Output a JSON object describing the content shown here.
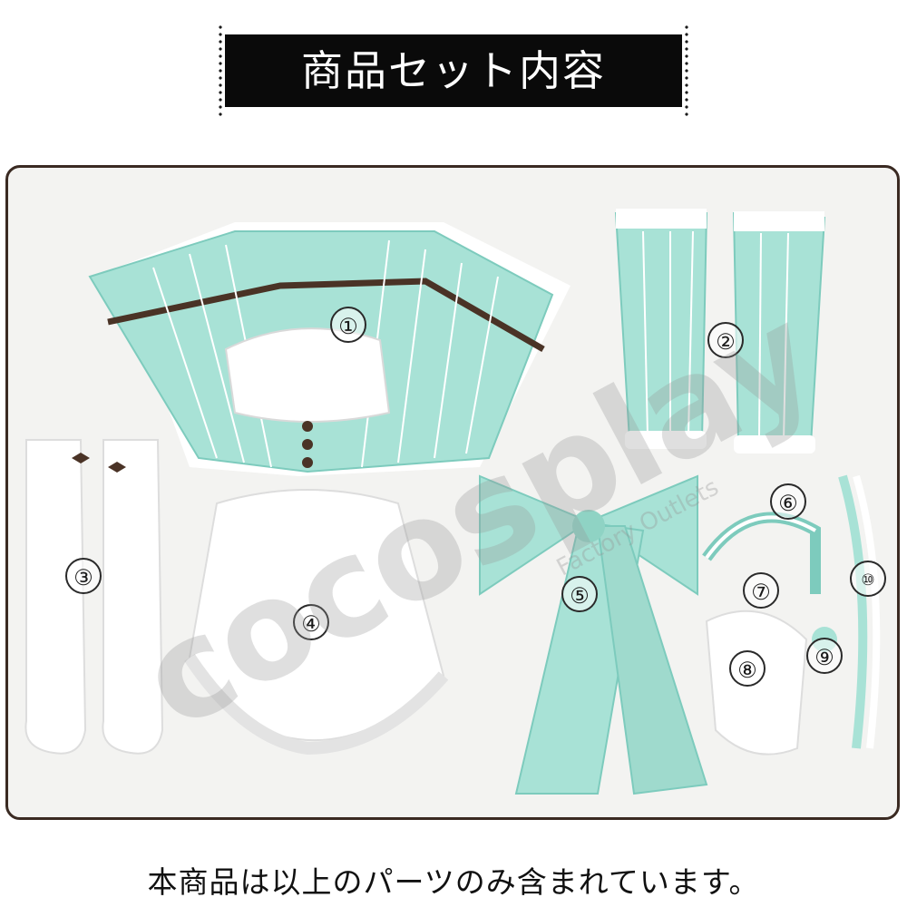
{
  "header": {
    "title": "商品セット内容"
  },
  "labels": [
    "①",
    "②",
    "③",
    "④",
    "⑤",
    "⑥",
    "⑦",
    "⑧",
    "⑨",
    "⑩"
  ],
  "watermark": {
    "brand": "cocosplay",
    "tagline": "Factory Outlets"
  },
  "footer": {
    "note": "本商品は以上のパーツのみ含まれています。"
  },
  "colors": {
    "mint": "#a8e2d6",
    "mint_dark": "#7dcbbd",
    "brown": "#4a3326",
    "frame": "#3a2a22",
    "banner": "#0a0a0a"
  }
}
